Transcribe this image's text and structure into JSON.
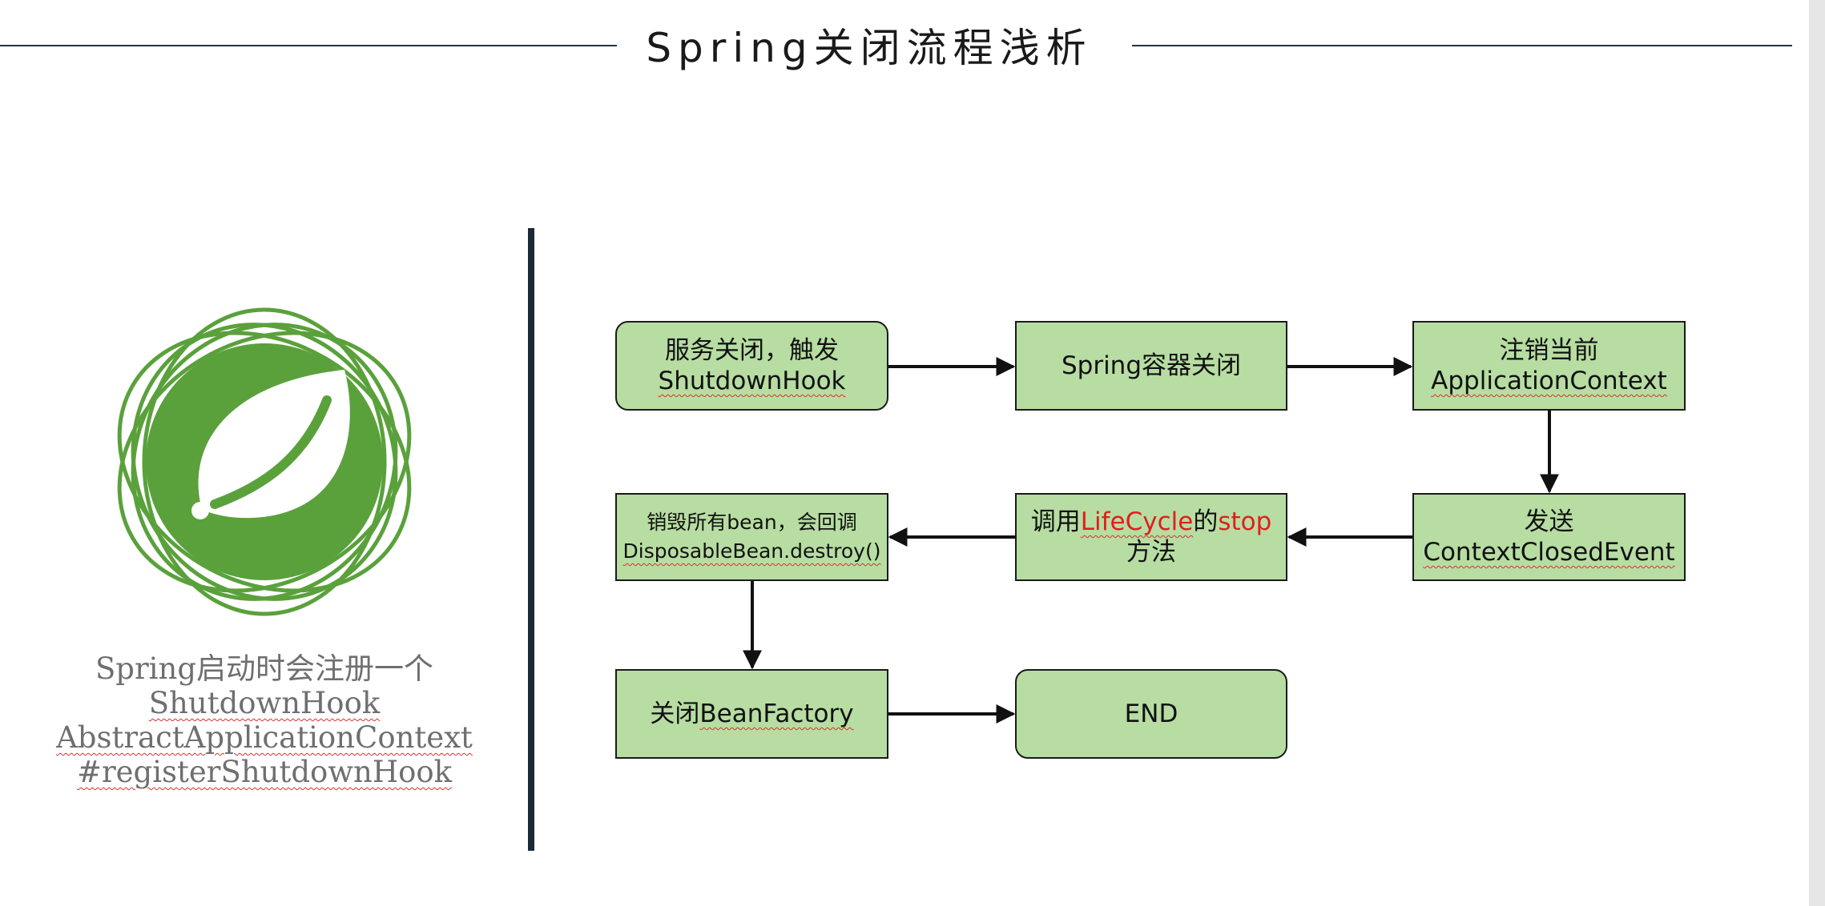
{
  "title": "Spring关闭流程浅析",
  "logo": {
    "name": "spring-logo",
    "color": "#5aa13c"
  },
  "caption": {
    "line1": "Spring启动时会注册一个",
    "line2": "ShutdownHook",
    "line3": "AbstractApplicationContext",
    "line4": "#registerShutdownHook"
  },
  "flow": {
    "n1": {
      "l1": "服务关闭，触发",
      "l2": "ShutdownHook"
    },
    "n2": {
      "l1": "Spring容器关闭"
    },
    "n3": {
      "l1": "注销当前",
      "l2": "ApplicationContext"
    },
    "n4": {
      "l1": "发送",
      "l2": "ContextClosedEvent"
    },
    "n5": {
      "pre": "调用",
      "lifecycle": "LifeCycle",
      "mid": "的",
      "stop": "stop",
      "l2": "方法"
    },
    "n6": {
      "l1": "销毁所有bean，会回调",
      "l2": "DisposableBean.destroy()"
    },
    "n7": {
      "pre": "关闭",
      "l1": "BeanFactory"
    },
    "n8": {
      "l1": "END"
    }
  },
  "colors": {
    "node_fill": "#b7dda2",
    "node_border": "#1a1a1a",
    "highlight": "#e01e1e",
    "divider": "#1b2a38",
    "spring_green": "#5aa13c"
  }
}
